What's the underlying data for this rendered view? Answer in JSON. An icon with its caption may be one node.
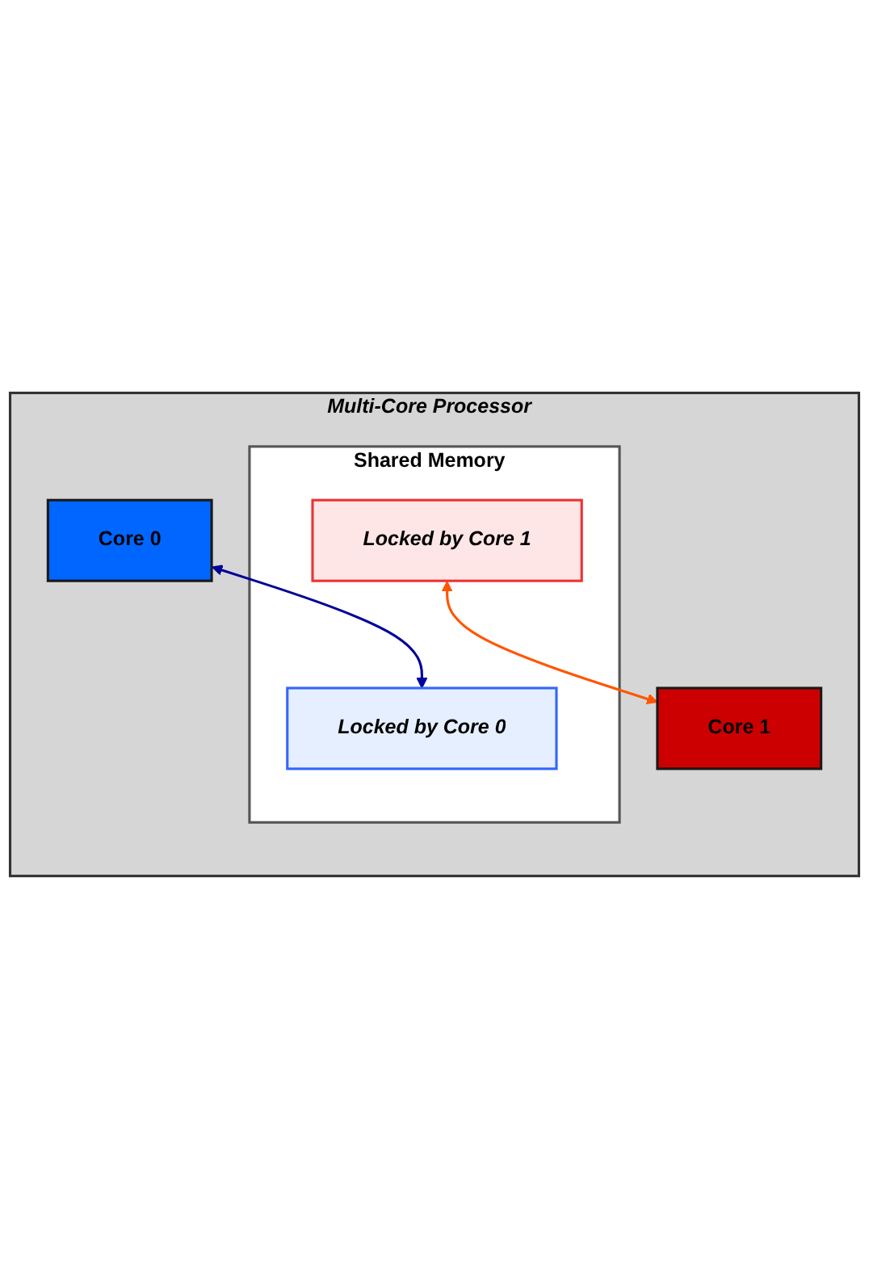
{
  "diagram": {
    "nodes": [
      {
        "text": [
          "Multi-Core Processor"
        ]
      },
      {
        "text": [
          "Core 0"
        ],
        "in": 0
      },
      {
        "text": [
          "Shared Memory"
        ],
        "in": 0
      },
      {
        "text": [
          "Locked by Core 0"
        ],
        "in": 2
      },
      {
        "text": [
          "Locked by Core 1"
        ],
        "in": 2
      },
      {
        "text": [
          "Core 1"
        ],
        "in": 0
      }
    ],
    "edges": [
      {
        "from": 1,
        "to": 3,
        "arrow": "both",
        "color": "#000099"
      },
      {
        "from": 4,
        "to": 5,
        "arrow": "both",
        "color": "#ff5500"
      }
    ]
  }
}
